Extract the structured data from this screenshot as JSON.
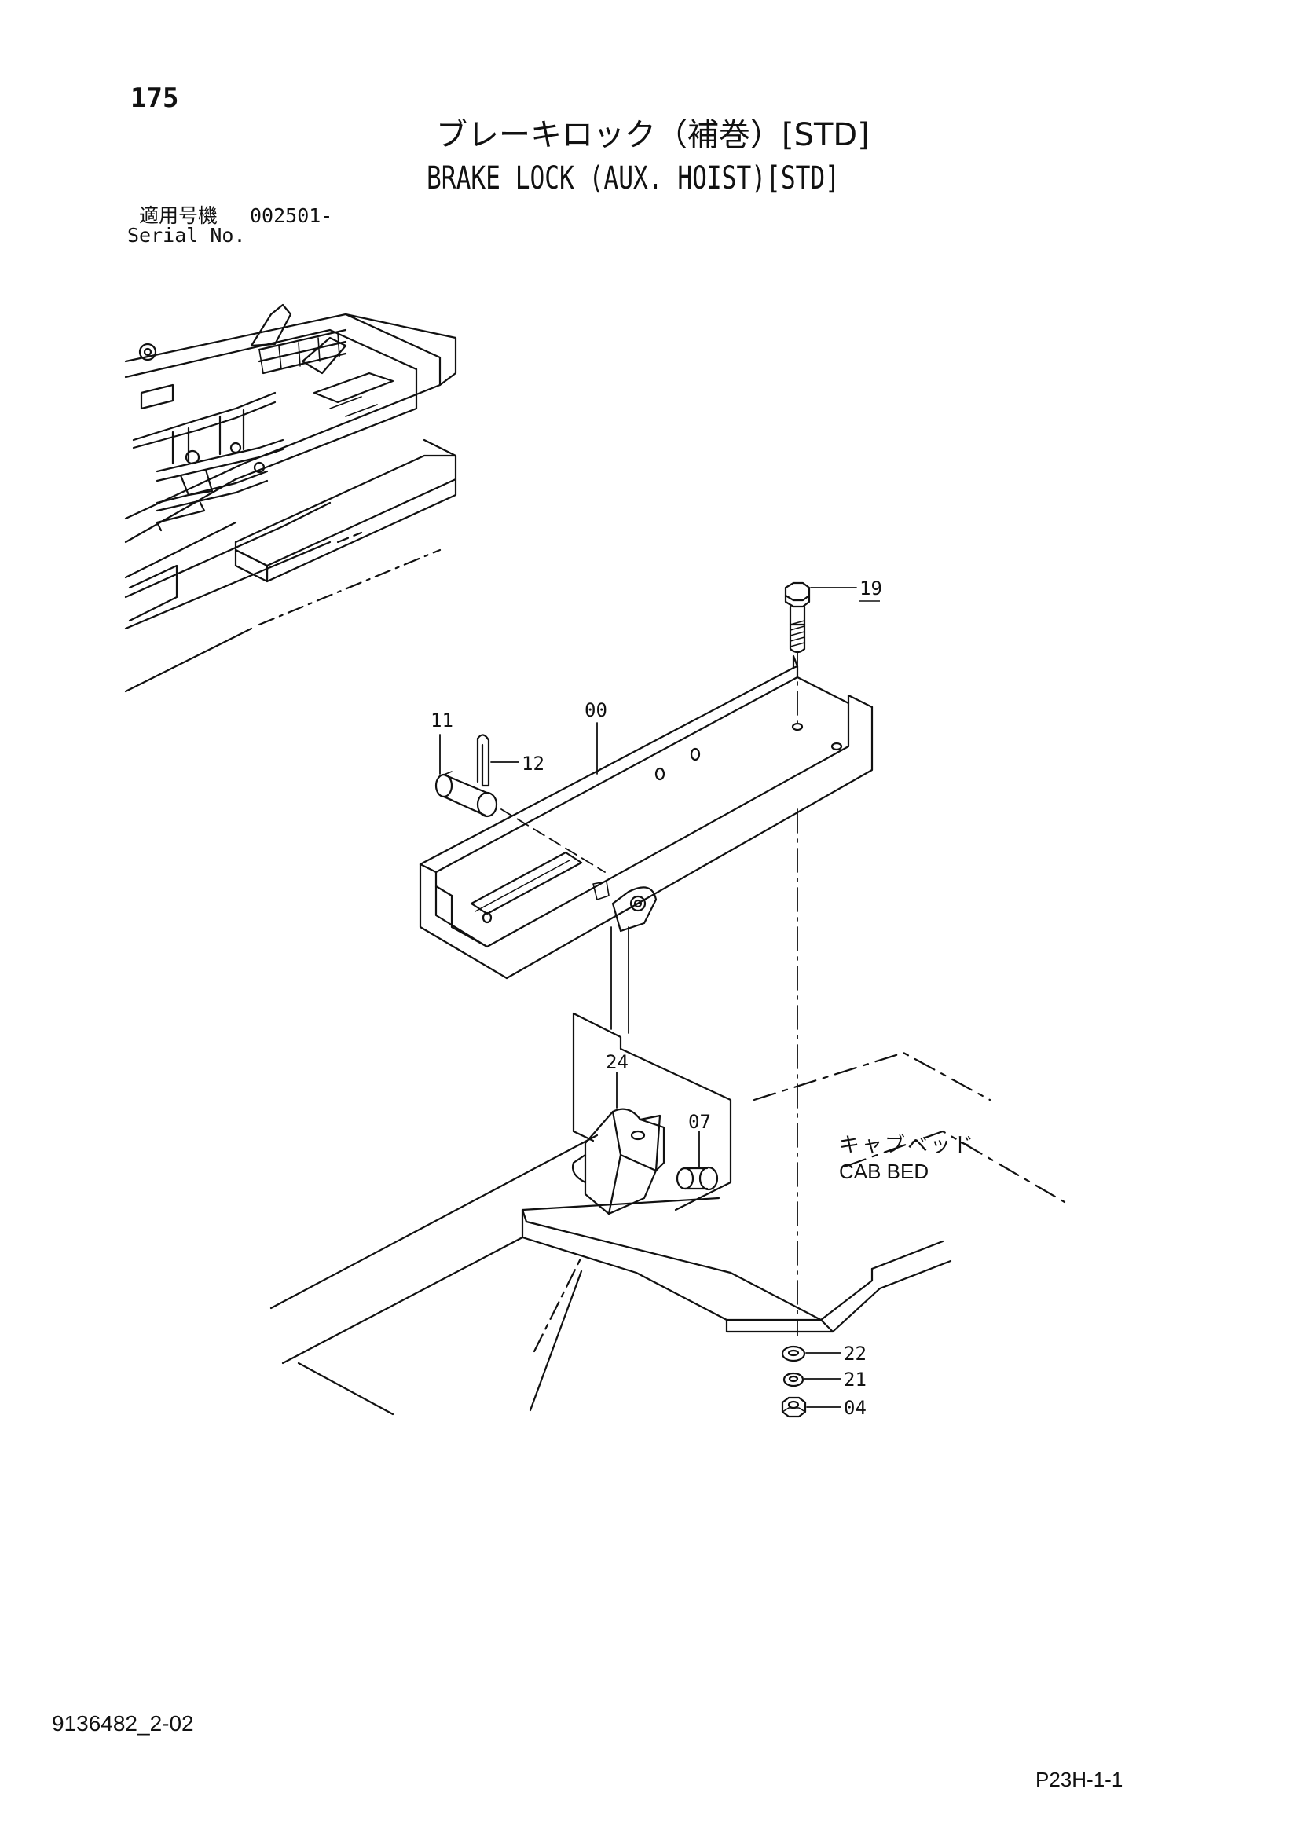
{
  "header": {
    "page_number": "175",
    "title_ja": "ブレーキロック（補巻）[STD]",
    "title_en": "BRAKE LOCK (AUX. HOIST)[STD]",
    "serial_label_ja": "適用号機",
    "serial_value": "002501-",
    "serial_label_en": "Serial No."
  },
  "callouts": [
    {
      "label": "19"
    },
    {
      "label": "00"
    },
    {
      "label": "11"
    },
    {
      "label": "12"
    },
    {
      "label": "24"
    },
    {
      "label": "07"
    },
    {
      "label": "22"
    },
    {
      "label": "21"
    },
    {
      "label": "04"
    }
  ],
  "annotations": {
    "cab_bed_ja": "キャブベッド",
    "cab_bed_en": "CAB BED"
  },
  "footer": {
    "doc_code": "9136482_2-02",
    "page_code": "P23H-1-1"
  }
}
